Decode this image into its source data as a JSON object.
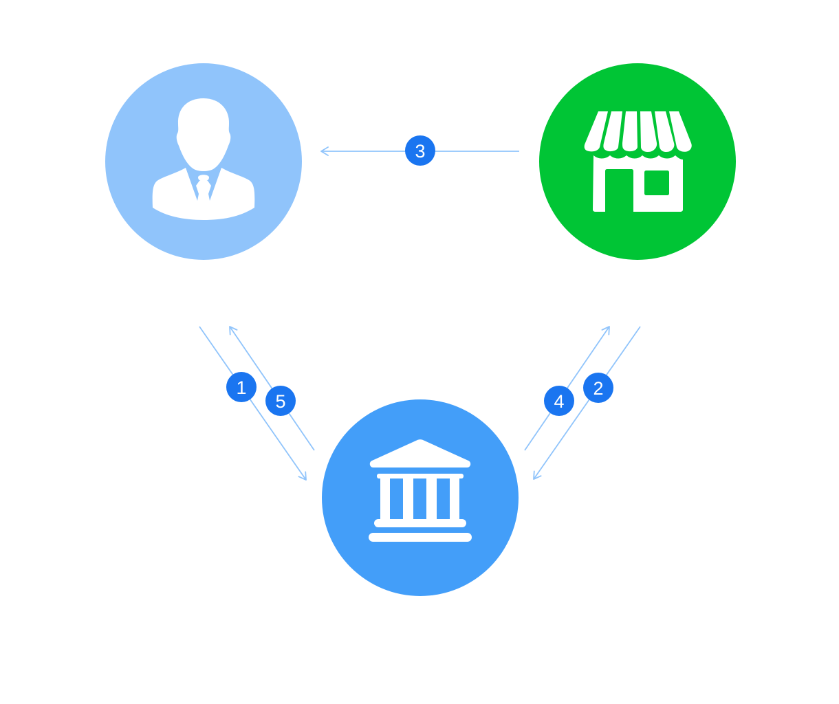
{
  "colors": {
    "customer": "#90C4FB",
    "merchant": "#00C535",
    "bank": "#439EF9",
    "arrow": "#90C4FB",
    "badge": "#1A75F0",
    "icon": "#ffffff"
  },
  "nodes": [
    {
      "id": "customer",
      "icon": "person-icon"
    },
    {
      "id": "merchant",
      "icon": "storefront-icon"
    },
    {
      "id": "bank",
      "icon": "bank-icon"
    }
  ],
  "flows": [
    {
      "step": "1",
      "from": "customer",
      "to": "bank"
    },
    {
      "step": "2",
      "from": "merchant",
      "to": "bank"
    },
    {
      "step": "3",
      "from": "merchant",
      "to": "customer"
    },
    {
      "step": "4",
      "from": "bank",
      "to": "merchant"
    },
    {
      "step": "5",
      "from": "bank",
      "to": "customer"
    }
  ]
}
